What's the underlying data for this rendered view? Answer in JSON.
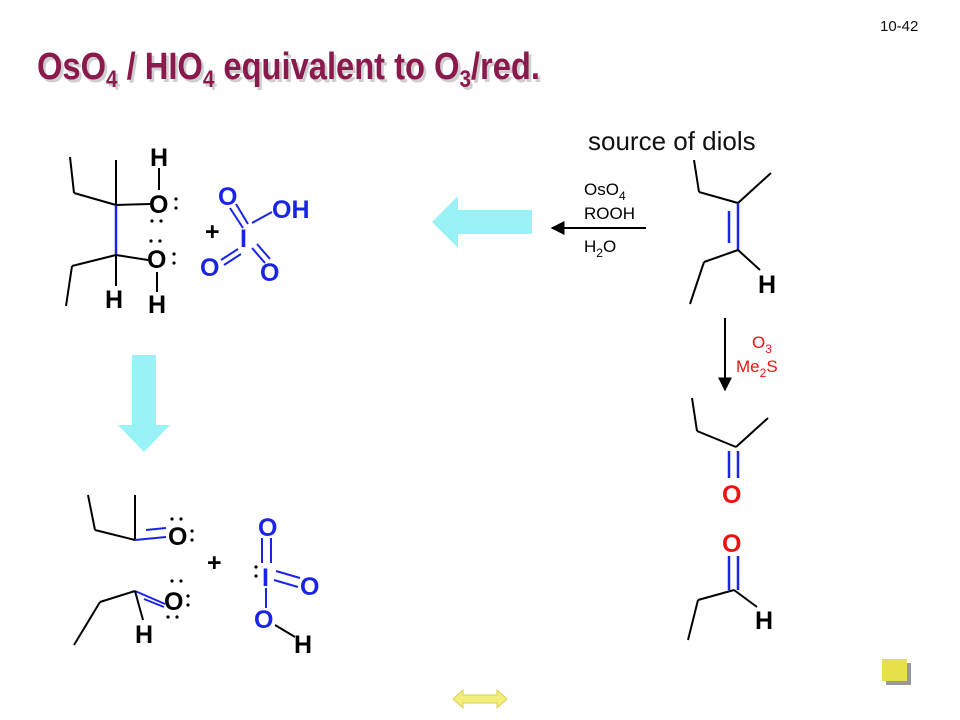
{
  "slide_number": "10-42",
  "title": {
    "segments": [
      {
        "text": "OsO",
        "sub": "4"
      },
      {
        "text": " / HIO",
        "sub": "4"
      },
      {
        "text": " equivalent to O",
        "sub": "3"
      },
      {
        "text": "/red.",
        "sub": ""
      }
    ]
  },
  "source_label": "source of diols",
  "reagents_oso4": {
    "line1": "OsO",
    "line1_sub": "4",
    "line2": "ROOH",
    "line3": "H",
    "line3_sub": "2",
    "line3_end": "O"
  },
  "reagents_ozone": {
    "line1": "O",
    "line1_sub": "3",
    "line2": "Me",
    "line2_sub": "2",
    "line2_end": "S"
  },
  "atoms": {
    "H": "H",
    "O": "O",
    "I": "I",
    "OH": "OH",
    "plus": "+"
  },
  "colors": {
    "title": "#8a1a4e",
    "bond_blue": "#1a24e8",
    "ozone_red": "#ee1111",
    "carbonyl_red": "#ee1111",
    "arrow_cyan": "#99f2f5",
    "nav_button": "#e6e04c",
    "nav_arrow": "#f3ee7a"
  }
}
